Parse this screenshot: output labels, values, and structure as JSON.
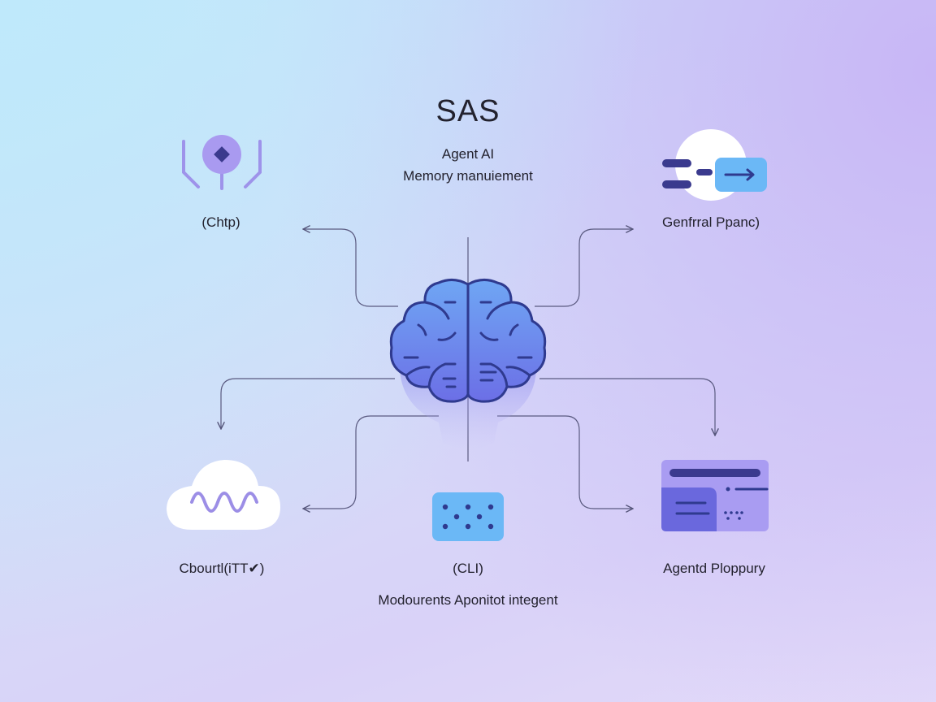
{
  "header": {
    "title": "SAS",
    "subtitle_line1": "Agent AI",
    "subtitle_line2": "Memory manuiement"
  },
  "nodes": {
    "top_left": {
      "label": "(Chtp)",
      "icon": "diamond-node-icon"
    },
    "top_right": {
      "label": "Genfrral Ppanc)",
      "icon": "toggle-arrow-icon"
    },
    "bottom_left": {
      "label": "Cbourtl(iTT✔)",
      "icon": "cloud-wave-icon"
    },
    "bottom_center": {
      "label": "(CLI)",
      "icon": "cli-grid-icon"
    },
    "bottom_right": {
      "label": "Agentd Ploppury",
      "icon": "window-panel-icon"
    }
  },
  "center": {
    "icon": "brain-icon"
  },
  "footer": {
    "caption": "Modourents Aponitot integent"
  },
  "colors": {
    "brain_fill": "#6f86ef",
    "brain_stroke": "#2f3a8f",
    "accent_blue": "#6bb7f5",
    "accent_purple": "#a99af0",
    "line": "#55557a"
  }
}
